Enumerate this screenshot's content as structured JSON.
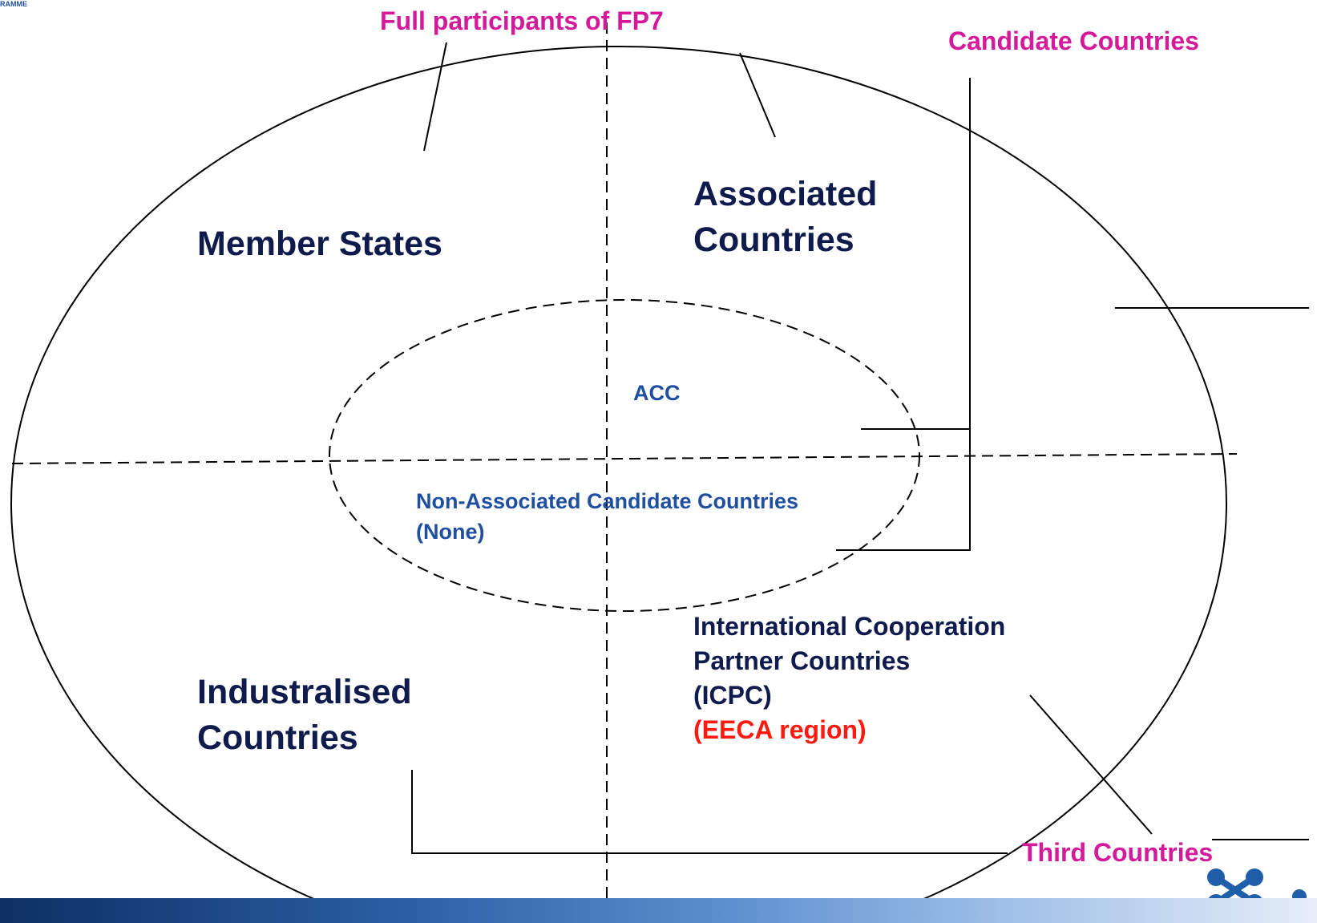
{
  "diagram": {
    "corner_fragment": "RAMME",
    "labels": {
      "full_participants": "Full participants of FP7",
      "candidate_countries": "Candidate Countries",
      "third_countries": "Third Countries",
      "member_states": "Member States",
      "associated_countries": [
        "Associated",
        "Countries"
      ],
      "acc": "ACC",
      "non_associated": [
        "Non-Associated Candidate Countries",
        "(None)"
      ],
      "industrialised": [
        "Industralised",
        "Countries"
      ],
      "icpc": [
        "International Cooperation",
        "Partner Countries",
        "(ICPC)"
      ],
      "eeca_region": "(EECA region)"
    },
    "colors": {
      "category_label": "#d4199b",
      "group_label": "#0f1a4d",
      "inner_label": "#1f4fa0",
      "highlight": "#ff1a10",
      "lines": "#000000"
    },
    "icons": [
      "network-logo-icon"
    ]
  }
}
